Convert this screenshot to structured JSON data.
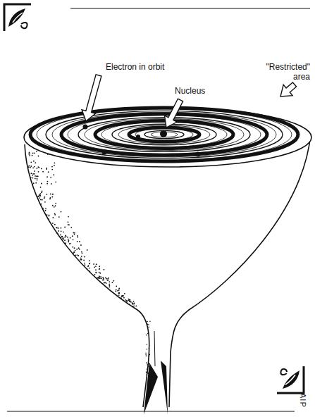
{
  "diagram": {
    "labels": [
      "Electron in orbit",
      "Nucleus",
      "\"Restricted\" area",
      "AIP"
    ]
  }
}
